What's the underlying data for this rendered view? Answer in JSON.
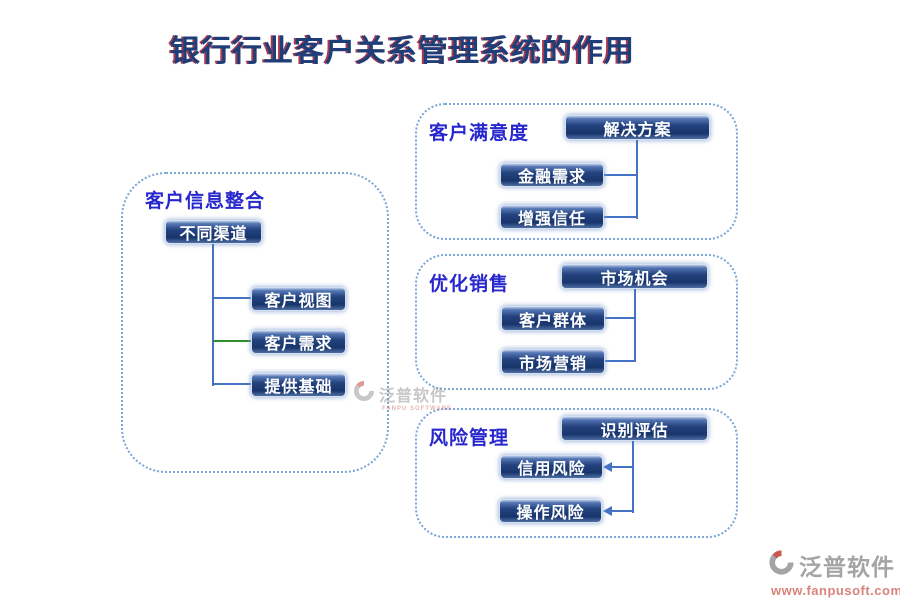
{
  "title": "银行行业客户关系管理系统的作用",
  "panels": [
    {
      "label": "客户信息整合",
      "root": "不同渠道",
      "children": [
        "客户视图",
        "客户需求",
        "提供基础"
      ]
    },
    {
      "label": "客户满意度",
      "root": "解决方案",
      "children": [
        "金融需求",
        "增强信任"
      ]
    },
    {
      "label": "优化销售",
      "root": "市场机会",
      "children": [
        "客户群体",
        "市场营销"
      ]
    },
    {
      "label": "风险管理",
      "root": "识别评估",
      "children": [
        "信用风险",
        "操作风险"
      ]
    }
  ],
  "watermarks": {
    "center": {
      "brand": "泛普软件",
      "subtitle": "FANPU SOFTWARE"
    },
    "corner": {
      "brand": "泛普软件",
      "url": "www.fanpusoft.com"
    }
  },
  "colors": {
    "title-blue": "#1d3e78",
    "title-shadow": "#a83a50",
    "label-blue": "#2727cd",
    "panel-border": "#7aa6d8",
    "node-dark": "#1e3c78",
    "line-blue": "#4472c4",
    "line-green": "#2e8b2e",
    "wm-gray": "#9b9b9b",
    "wm-red": "#d4766e"
  }
}
